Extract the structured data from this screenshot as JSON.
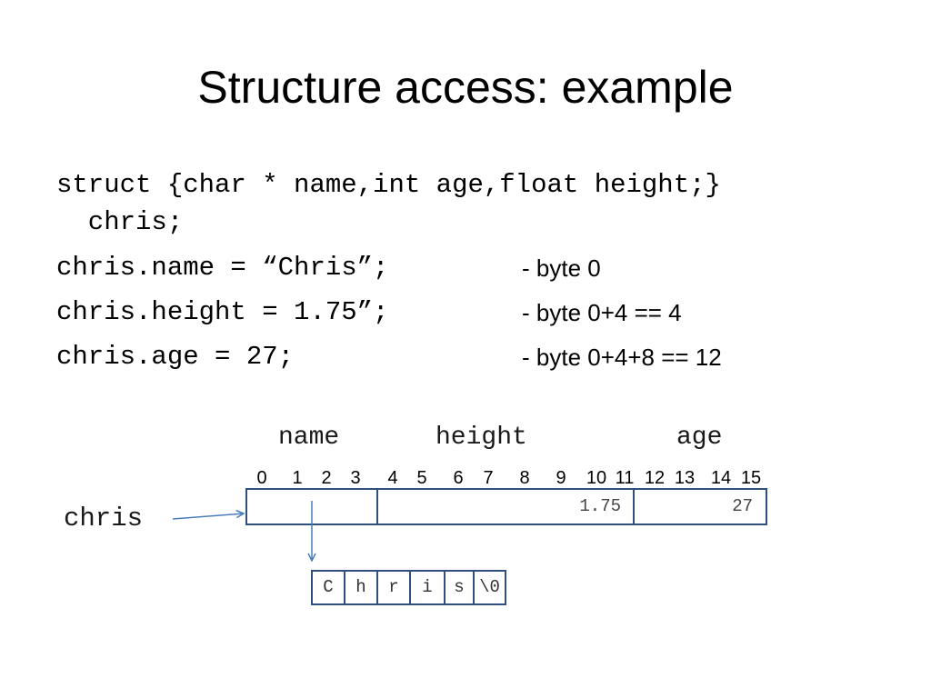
{
  "slide": {
    "title": "Structure access: example",
    "code": {
      "line1": "struct {char * name,int age,float height;}",
      "line2": "  chris;",
      "assignments": [
        {
          "code": "chris.name = “Chris”;",
          "note": "- byte 0"
        },
        {
          "code": "chris.height = 1.75”;",
          "note": "- byte 0+4 == 4"
        },
        {
          "code": "chris.age = 27;",
          "note": "- byte 0+4+8 == 12"
        }
      ]
    },
    "diagram": {
      "field_labels": [
        "name",
        "height",
        "age"
      ],
      "byte_indices": [
        "0",
        "1",
        "2",
        "3",
        "4",
        "5",
        "6",
        "7",
        "8",
        "9",
        "10",
        "11",
        "12",
        "13",
        "14",
        "15"
      ],
      "variable_name": "chris",
      "height_value": "1.75",
      "age_value": "27",
      "string_chars": [
        "C",
        "h",
        "r",
        "i",
        "s",
        "\\0"
      ],
      "colors": {
        "box_border": "#2f4f7f",
        "arrow": "#4a7ebb"
      }
    }
  }
}
